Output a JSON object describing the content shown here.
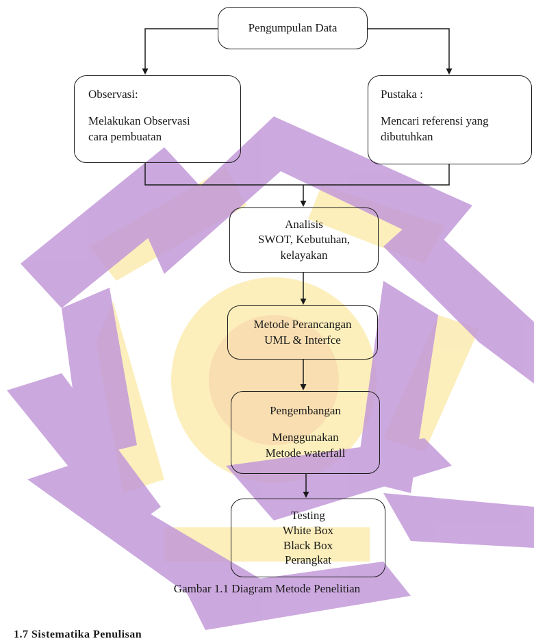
{
  "diagram": {
    "top": "Pengumpulan Data",
    "observasi": {
      "heading": "Observasi:",
      "line1": "Melakukan Observasi",
      "line2": "cara pembuatan"
    },
    "pustaka": {
      "heading": "Pustaka :",
      "line1": "Mencari referensi yang",
      "line2": "dibutuhkan"
    },
    "analisis": {
      "line1": "Analisis",
      "line2": "SWOT, Kebutuhan,",
      "line3": "kelayakan"
    },
    "metode": {
      "line1": "Metode Perancangan",
      "line2": "UML & Interfce"
    },
    "pengembangan": {
      "heading": "Pengembangan",
      "line1": "Menggunakan",
      "line2": "Metode waterfall"
    },
    "testing": {
      "line1": "Testing",
      "line2": "White Box",
      "line3": "Black Box",
      "line4": "Perangkat"
    }
  },
  "caption": "Gambar 1.1 Diagram Metode Penelitian",
  "next_heading": "1.7    Sistematika Penulisan",
  "colors": {
    "watermark_purple": "#c39ad9",
    "watermark_yellow": "#fbe9a6",
    "watermark_orange": "#f6cfa8",
    "line": "#1a1a1a"
  }
}
